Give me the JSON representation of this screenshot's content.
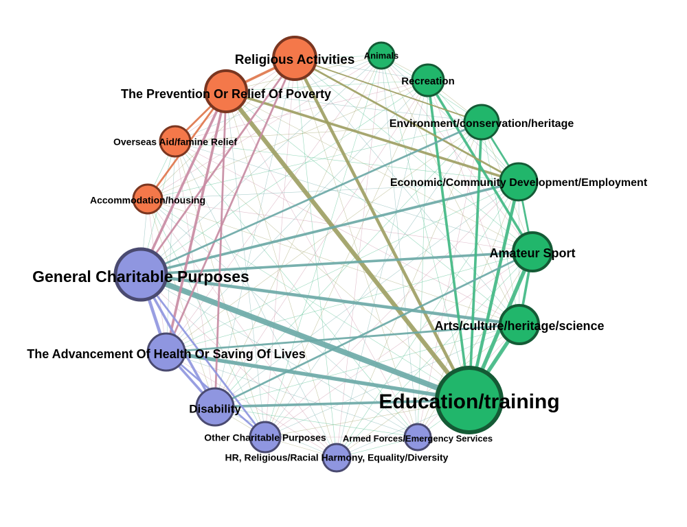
{
  "colors": {
    "orange": "#f4784a",
    "orange_stroke": "#7a3620",
    "green": "#21b66b",
    "green_stroke": "#145a35",
    "purple": "#8f96e0",
    "purple_stroke": "#4a4a70",
    "mesh": [
      "#6aa8a6",
      "#c98ba3",
      "#9d9e62",
      "#3fb883"
    ]
  },
  "nodes": [
    {
      "id": "religious",
      "label": "Religious Activities",
      "group": "orange",
      "weight": 4
    },
    {
      "id": "poverty",
      "label": "The Prevention Or Relief Of Poverty",
      "group": "orange",
      "weight": 4
    },
    {
      "id": "overseas",
      "label": "Overseas Aid/famine Relief",
      "group": "orange",
      "weight": 2
    },
    {
      "id": "housing",
      "label": "Accommodation/housing",
      "group": "orange",
      "weight": 2
    },
    {
      "id": "animals",
      "label": "Animals",
      "group": "green",
      "weight": 1
    },
    {
      "id": "recreation",
      "label": "Recreation",
      "group": "green",
      "weight": 2
    },
    {
      "id": "environment",
      "label": "Environment/conservation/heritage",
      "group": "green",
      "weight": 3
    },
    {
      "id": "economic",
      "label": "Economic/Community Development/Employment",
      "group": "green",
      "weight": 3
    },
    {
      "id": "sport",
      "label": "Amateur Sport",
      "group": "green",
      "weight": 3
    },
    {
      "id": "arts",
      "label": "Arts/culture/heritage/science",
      "group": "green",
      "weight": 3
    },
    {
      "id": "education",
      "label": "Education/training",
      "group": "green",
      "weight": 8
    },
    {
      "id": "general",
      "label": "General Charitable Purposes",
      "group": "purple",
      "weight": 6
    },
    {
      "id": "health",
      "label": "The Advancement Of Health Or Saving Of Lives",
      "group": "purple",
      "weight": 4
    },
    {
      "id": "disability",
      "label": "Disability",
      "group": "purple",
      "weight": 3
    },
    {
      "id": "other",
      "label": "Other Charitable Purposes",
      "group": "purple",
      "weight": 2
    },
    {
      "id": "armed",
      "label": "Armed Forces/Emergency Services",
      "group": "purple",
      "weight": 1
    },
    {
      "id": "hr",
      "label": "HR, Religious/Racial Harmony, Equality/Diversity",
      "group": "purple",
      "weight": 1
    }
  ],
  "edges": [
    {
      "source": "general",
      "target": "education",
      "weight": 8
    },
    {
      "source": "poverty",
      "target": "education",
      "weight": 6
    },
    {
      "source": "religious",
      "target": "education",
      "weight": 4
    },
    {
      "source": "health",
      "target": "education",
      "weight": 5
    },
    {
      "source": "disability",
      "target": "education",
      "weight": 3
    },
    {
      "source": "general",
      "target": "arts",
      "weight": 4
    },
    {
      "source": "general",
      "target": "sport",
      "weight": 3
    },
    {
      "source": "general",
      "target": "economic",
      "weight": 3
    },
    {
      "source": "poverty",
      "target": "economic",
      "weight": 3
    },
    {
      "source": "religious",
      "target": "poverty",
      "weight": 3
    },
    {
      "source": "poverty",
      "target": "general",
      "weight": 3
    },
    {
      "source": "poverty",
      "target": "health",
      "weight": 3
    },
    {
      "source": "poverty",
      "target": "disability",
      "weight": 2
    },
    {
      "source": "religious",
      "target": "general",
      "weight": 2
    },
    {
      "source": "religious",
      "target": "health",
      "weight": 2
    },
    {
      "source": "general",
      "target": "health",
      "weight": 4
    },
    {
      "source": "general",
      "target": "disability",
      "weight": 3
    },
    {
      "source": "health",
      "target": "disability",
      "weight": 3
    },
    {
      "source": "sport",
      "target": "education",
      "weight": 5
    },
    {
      "source": "arts",
      "target": "education",
      "weight": 5
    },
    {
      "source": "economic",
      "target": "education",
      "weight": 4
    },
    {
      "source": "environment",
      "target": "education",
      "weight": 3
    },
    {
      "source": "recreation",
      "target": "education",
      "weight": 3
    },
    {
      "source": "recreation",
      "target": "sport",
      "weight": 3
    },
    {
      "source": "environment",
      "target": "economic",
      "weight": 2
    },
    {
      "source": "economic",
      "target": "sport",
      "weight": 2
    },
    {
      "source": "sport",
      "target": "arts",
      "weight": 3
    },
    {
      "source": "poverty",
      "target": "overseas",
      "weight": 2
    },
    {
      "source": "poverty",
      "target": "housing",
      "weight": 2
    },
    {
      "source": "general",
      "target": "other",
      "weight": 2
    },
    {
      "source": "health",
      "target": "other",
      "weight": 2
    },
    {
      "source": "religious",
      "target": "economic",
      "weight": 2
    },
    {
      "source": "religious",
      "target": "environment",
      "weight": 1
    },
    {
      "source": "general",
      "target": "environment",
      "weight": 2
    },
    {
      "source": "health",
      "target": "arts",
      "weight": 2
    },
    {
      "source": "disability",
      "target": "sport",
      "weight": 2
    }
  ]
}
